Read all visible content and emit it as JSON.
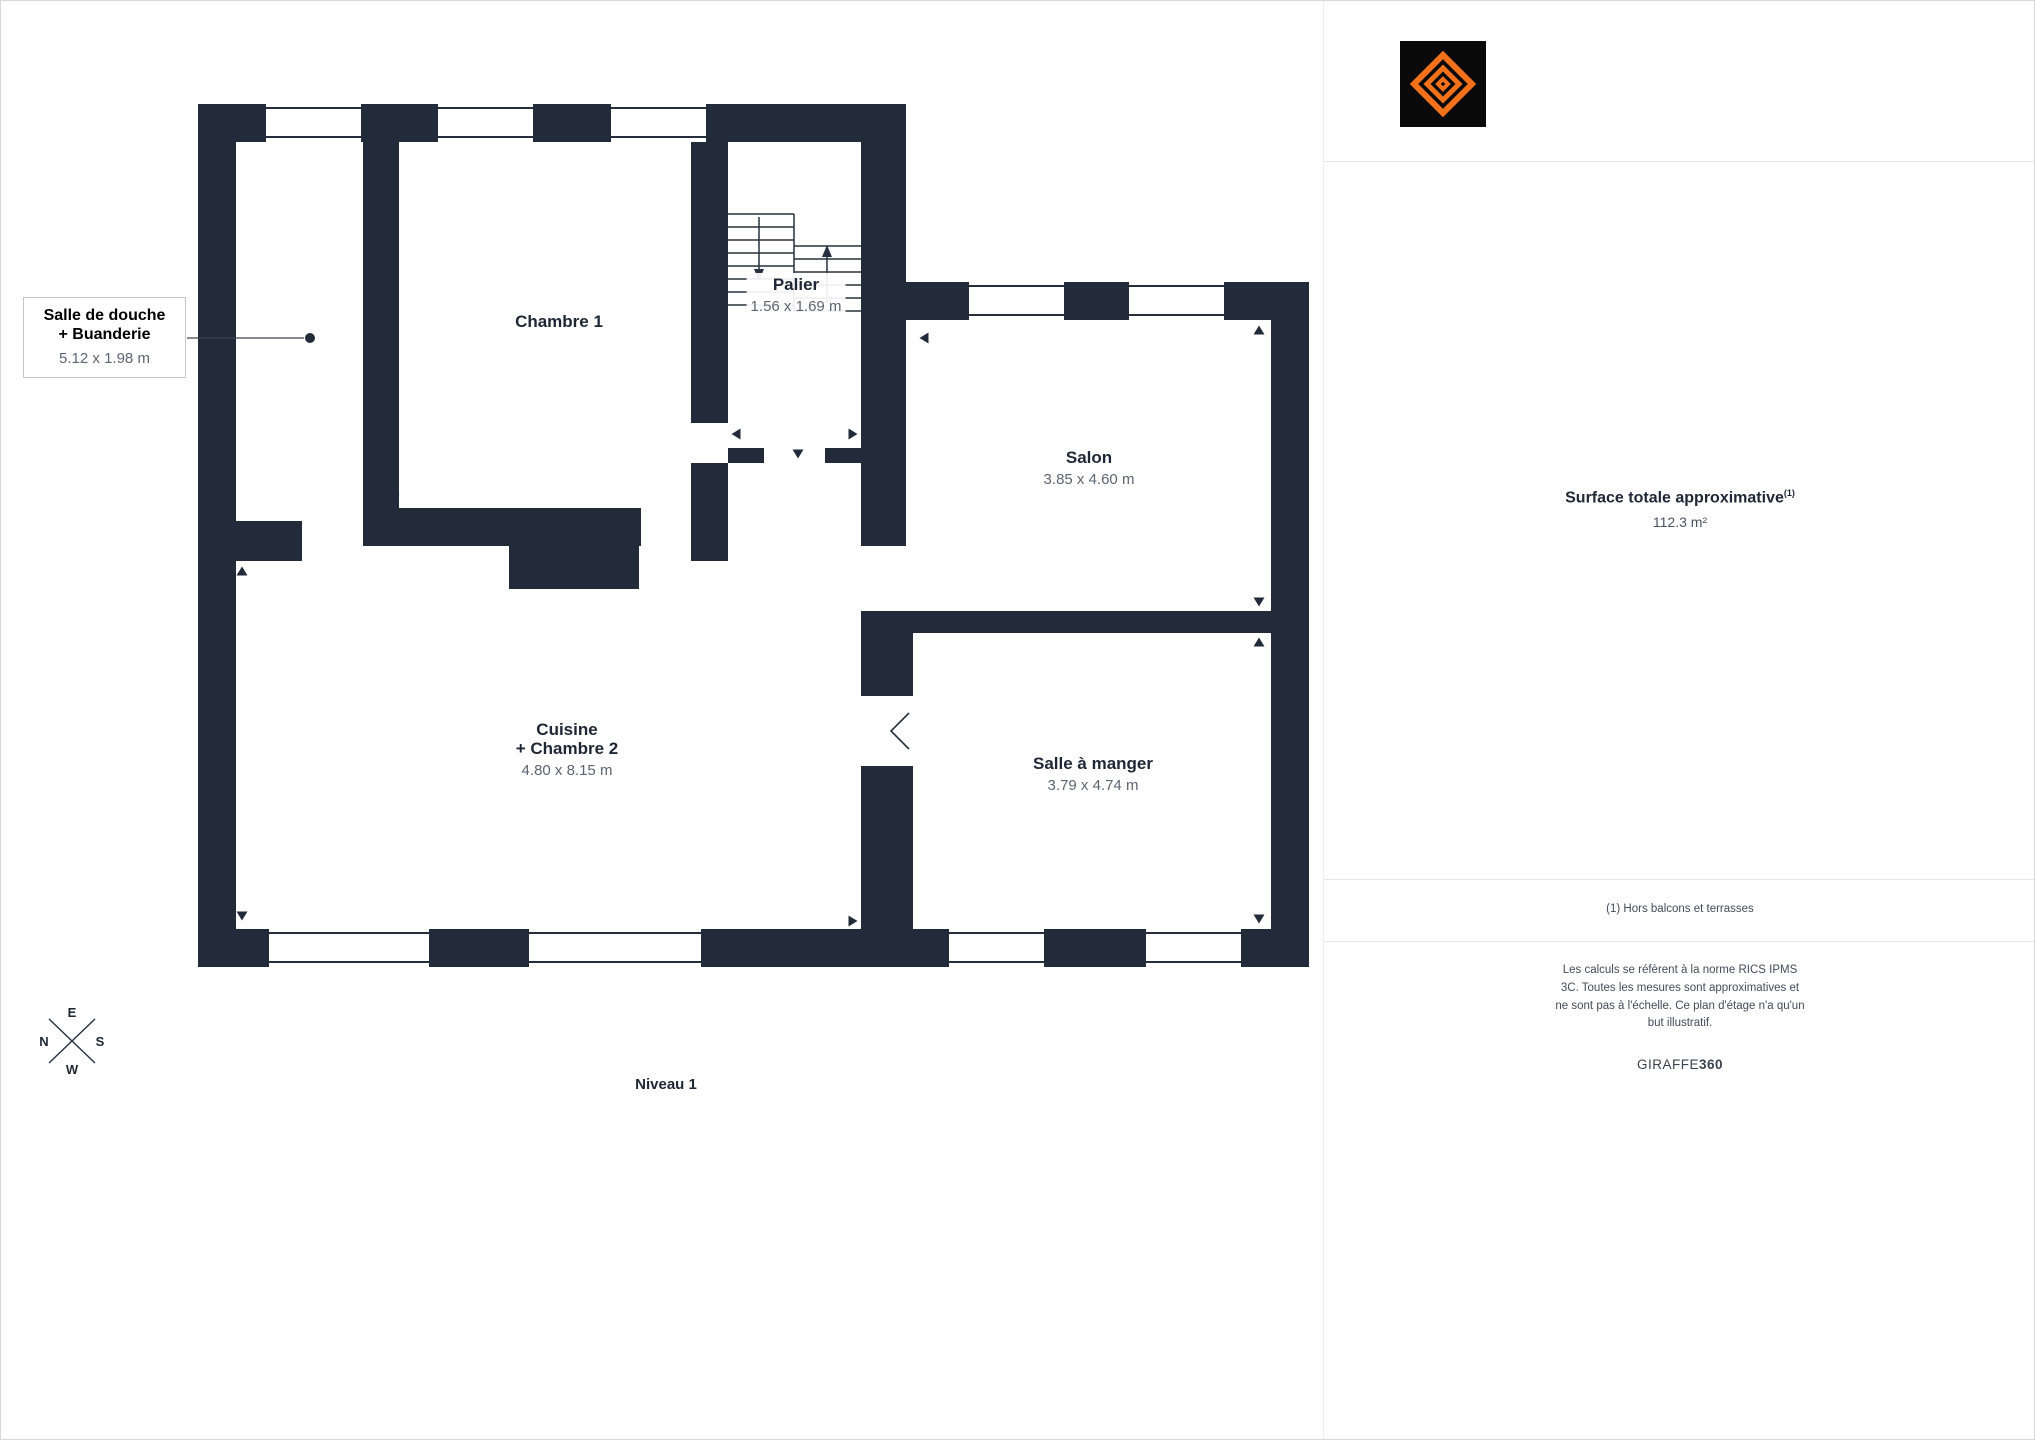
{
  "colors": {
    "wall": "#212b3a",
    "accent_orange": "#f4711c",
    "text_primary": "#1d2735",
    "text_secondary": "#5b6572"
  },
  "floorplan": {
    "level_label": "Niveau 1",
    "callout": {
      "name_line1": "Salle de douche",
      "name_line2": "+ Buanderie",
      "dims": "5.12 x 1.98 m"
    },
    "rooms": {
      "chambre1": {
        "name": "Chambre 1"
      },
      "palier": {
        "name": "Palier",
        "dims": "1.56 x 1.69 m"
      },
      "salon": {
        "name": "Salon",
        "dims": "3.85 x 4.60 m"
      },
      "cuisine": {
        "name_line1": "Cuisine",
        "name_line2": "+ Chambre 2",
        "dims": "4.80 x 8.15 m"
      },
      "salle_a_manger": {
        "name": "Salle à manger",
        "dims": "3.79 x 4.74 m"
      }
    },
    "compass": {
      "e": "E",
      "n": "N",
      "s": "S",
      "w": "W"
    }
  },
  "sidebar": {
    "surface_title": "Surface totale approximative",
    "surface_superscript": "(1)",
    "surface_value": "112.3 m²",
    "footnote": "(1) Hors balcons et terrasses",
    "disclaimer": "Les calculs se réfèrent à la norme RICS IPMS 3C. Toutes les mesures sont approximatives et ne sont pas à l'échelle. Ce plan d'étage n'a qu'un but illustratif.",
    "brand_name": "GIRAFFE",
    "brand_number": "360"
  }
}
